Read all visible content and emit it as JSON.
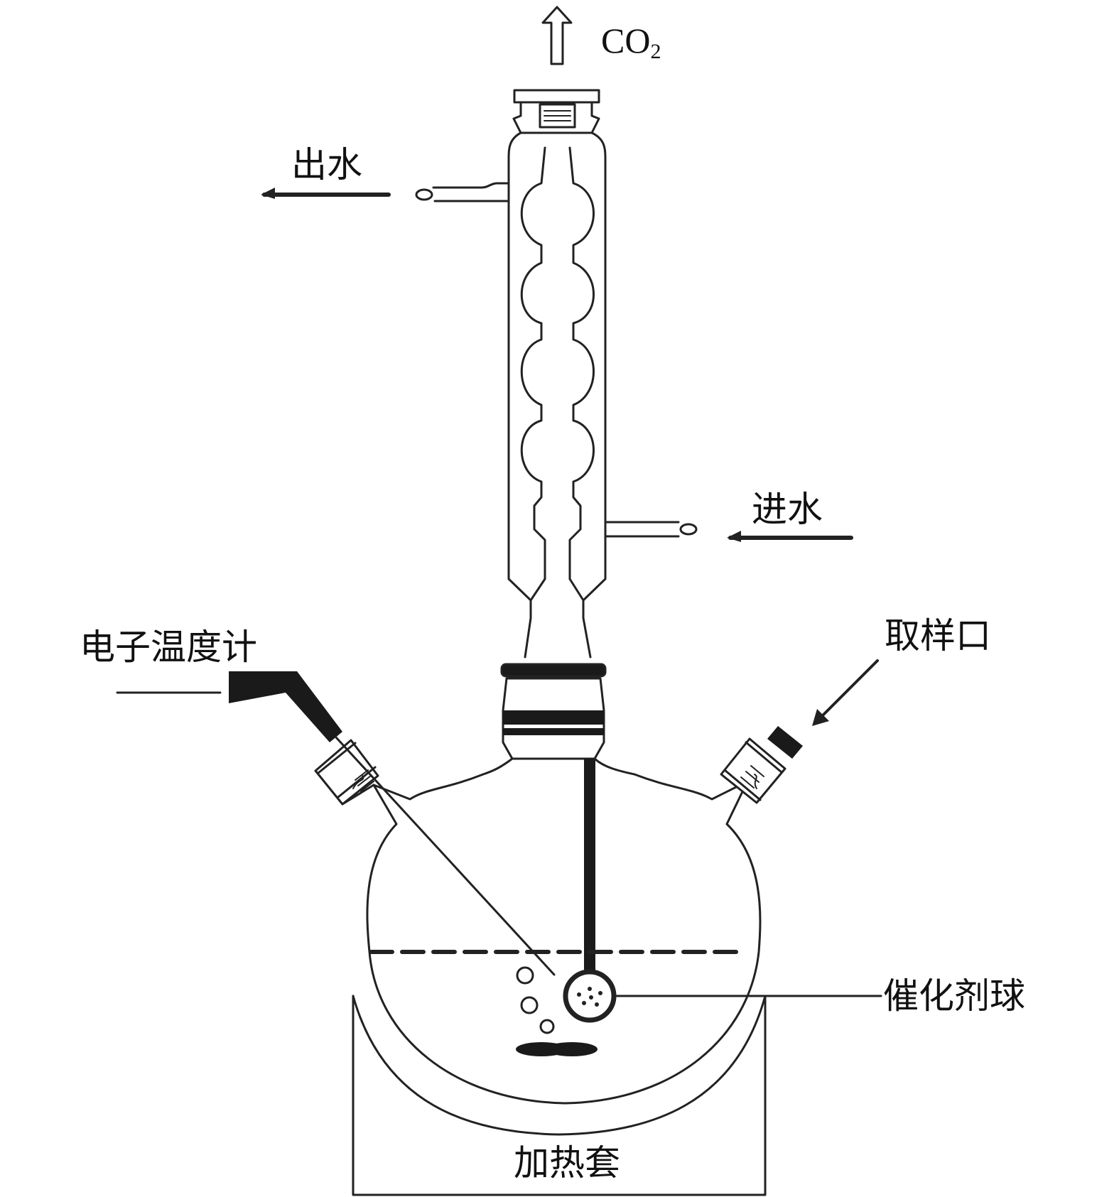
{
  "labels": {
    "gas_out": "CO",
    "gas_out_subscript": "2",
    "water_out": "出水",
    "water_in": "进水",
    "thermometer": "电子温度计",
    "sample_port": "取样口",
    "catalyst_ball": "催化剂球",
    "heating_mantle": "加热套"
  }
}
